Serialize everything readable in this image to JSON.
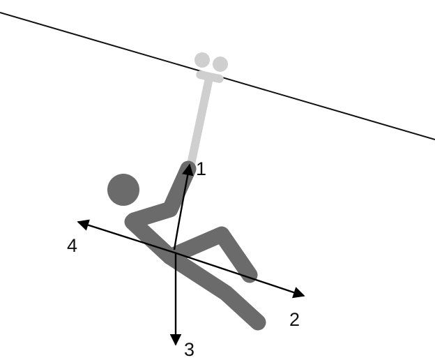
{
  "diagram": {
    "vectors": [
      {
        "id": "1",
        "label": "1"
      },
      {
        "id": "2",
        "label": "2"
      },
      {
        "id": "3",
        "label": "3"
      },
      {
        "id": "4",
        "label": "4"
      }
    ]
  },
  "colors": {
    "cable": "#111111",
    "pulley": "#cfcfcf",
    "figure": "#6b6b6b",
    "arrows": "#000000",
    "background": "#ffffff"
  }
}
